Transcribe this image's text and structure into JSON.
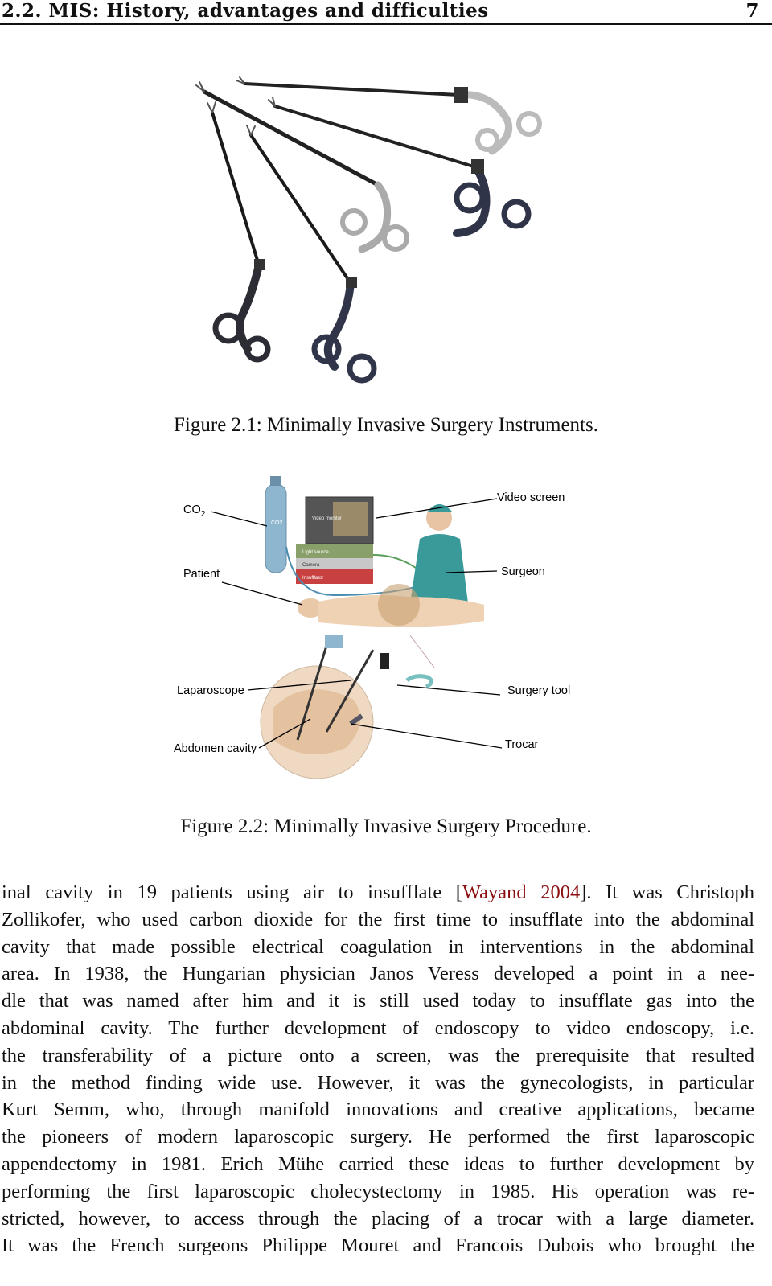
{
  "header": {
    "section": "2.2.  MIS: History, advantages and difficulties",
    "page_number": "7"
  },
  "figure1": {
    "caption": "Figure 2.1: Minimally Invasive Surgery Instruments."
  },
  "figure2": {
    "caption": "Figure 2.2: Minimally Invasive Surgery Procedure.",
    "labels": {
      "co2": "CO",
      "co2_sub": "2",
      "video_screen": "Video screen",
      "patient": "Patient",
      "surgeon": "Surgeon",
      "laparoscope": "Laparoscope",
      "surgery_tool": "Surgery tool",
      "abdomen_cavity": "Abdomen cavity",
      "trocar": "Trocar"
    },
    "device_labels": {
      "co2_tank": "CO2",
      "video_monitor": "Video monitor",
      "light_source": "Light source",
      "camera": "Camera",
      "insufflator": "Insufflator"
    }
  },
  "body": {
    "lines": [
      {
        "pre": "inal cavity in 19 patients using air to insufflate [",
        "cite": "Wayand 2004",
        "post": "]. It was Christoph"
      },
      {
        "text": "Zollikofer, who used carbon dioxide for the first time to insufflate into the abdominal"
      },
      {
        "text": "cavity that made possible electrical coagulation in interventions in the abdominal"
      },
      {
        "text": "area. In 1938, the Hungarian physician Janos Veress developed a point in a nee-"
      },
      {
        "text": "dle that was named after him and it is still used today to insufflate gas into the"
      },
      {
        "text": "abdominal cavity. The further development of endoscopy to video endoscopy, i.e."
      },
      {
        "text": "the transferability of a picture onto a screen, was the prerequisite that resulted"
      },
      {
        "text": "in the method finding wide use. However, it was the gynecologists, in particular"
      },
      {
        "text": "Kurt Semm, who, through manifold innovations and creative applications, became"
      },
      {
        "text": "the pioneers of modern laparoscopic surgery. He performed the first laparoscopic"
      },
      {
        "text": "appendectomy in 1981. Erich Mühe carried these ideas to further development by"
      },
      {
        "text": "performing the first laparoscopic cholecystectomy in 1985. His operation was re-"
      },
      {
        "text": "stricted, however, to access through the placing of a trocar with a large diameter."
      },
      {
        "text": "It was the French surgeons Philippe Mouret and Francois Dubois who brought the"
      }
    ]
  }
}
